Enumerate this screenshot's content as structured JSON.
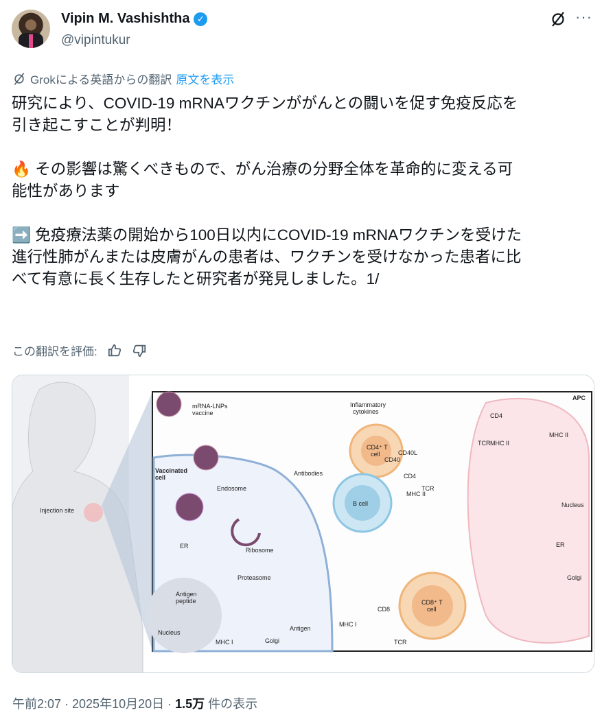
{
  "author": {
    "name": "Vipin M. Vashishtha",
    "handle": "@vipintukur",
    "verified": true
  },
  "translation": {
    "label": "Grokによる英語からの翻訳",
    "show_original": "原文を表示"
  },
  "tweet_text": "研究により、COVID-19 mRNAワクチンががんとの闘いを促す免疫反応を\n引き起こすことが判明！\n\n🔥 その影響は驚くべきもので、がん治療の分野全体を革命的に変える可\n能性があります\n\n➡️ 免疫療法薬の開始から100日以内にCOVID-19 mRNAワクチンを受けた\n進行性肺がんまたは皮膚がんの患者は、ワクチンを受けなかった患者に比\nべて有意に長く生存したと研究者が発見しました。1/",
  "rate": {
    "label": "この翻訳を評価:"
  },
  "diagram": {
    "injection_site": "Injection site",
    "mrna": "mRNA-LNPs",
    "vaccine": "vaccine",
    "vaccinated": "Vaccinated",
    "cell": "cell",
    "endosome": "Endosome",
    "er": "ER",
    "ribosome": "Ribosome",
    "proteasome": "Proteasome",
    "antigen_peptide1": "Antigen",
    "antigen_peptide2": "peptide",
    "antigen": "Antigen",
    "nucleus": "Nucleus",
    "mhc1": "MHC I",
    "golgi": "Golgi",
    "cytokines1": "Inflammatory",
    "cytokines2": "cytokines",
    "antibodies": "Antibodies",
    "bcell": "B cell",
    "cd40": "CD40",
    "cd40l": "CD40L",
    "cd4": "CD4",
    "mhc2": "MHC II",
    "tcr": "TCR",
    "cd4t": "CD4⁺ T",
    "cd8": "CD8",
    "cd8t": "CD8⁺ T",
    "apc": "APC",
    "apc_nucleus": "Nucleus",
    "apc_er": "ER",
    "apc_golgi": "Golgi"
  },
  "meta": {
    "time": "午前2:07 · 2025年10月20日 · ",
    "views": "1.5万",
    "views_label": " 件の表示"
  }
}
